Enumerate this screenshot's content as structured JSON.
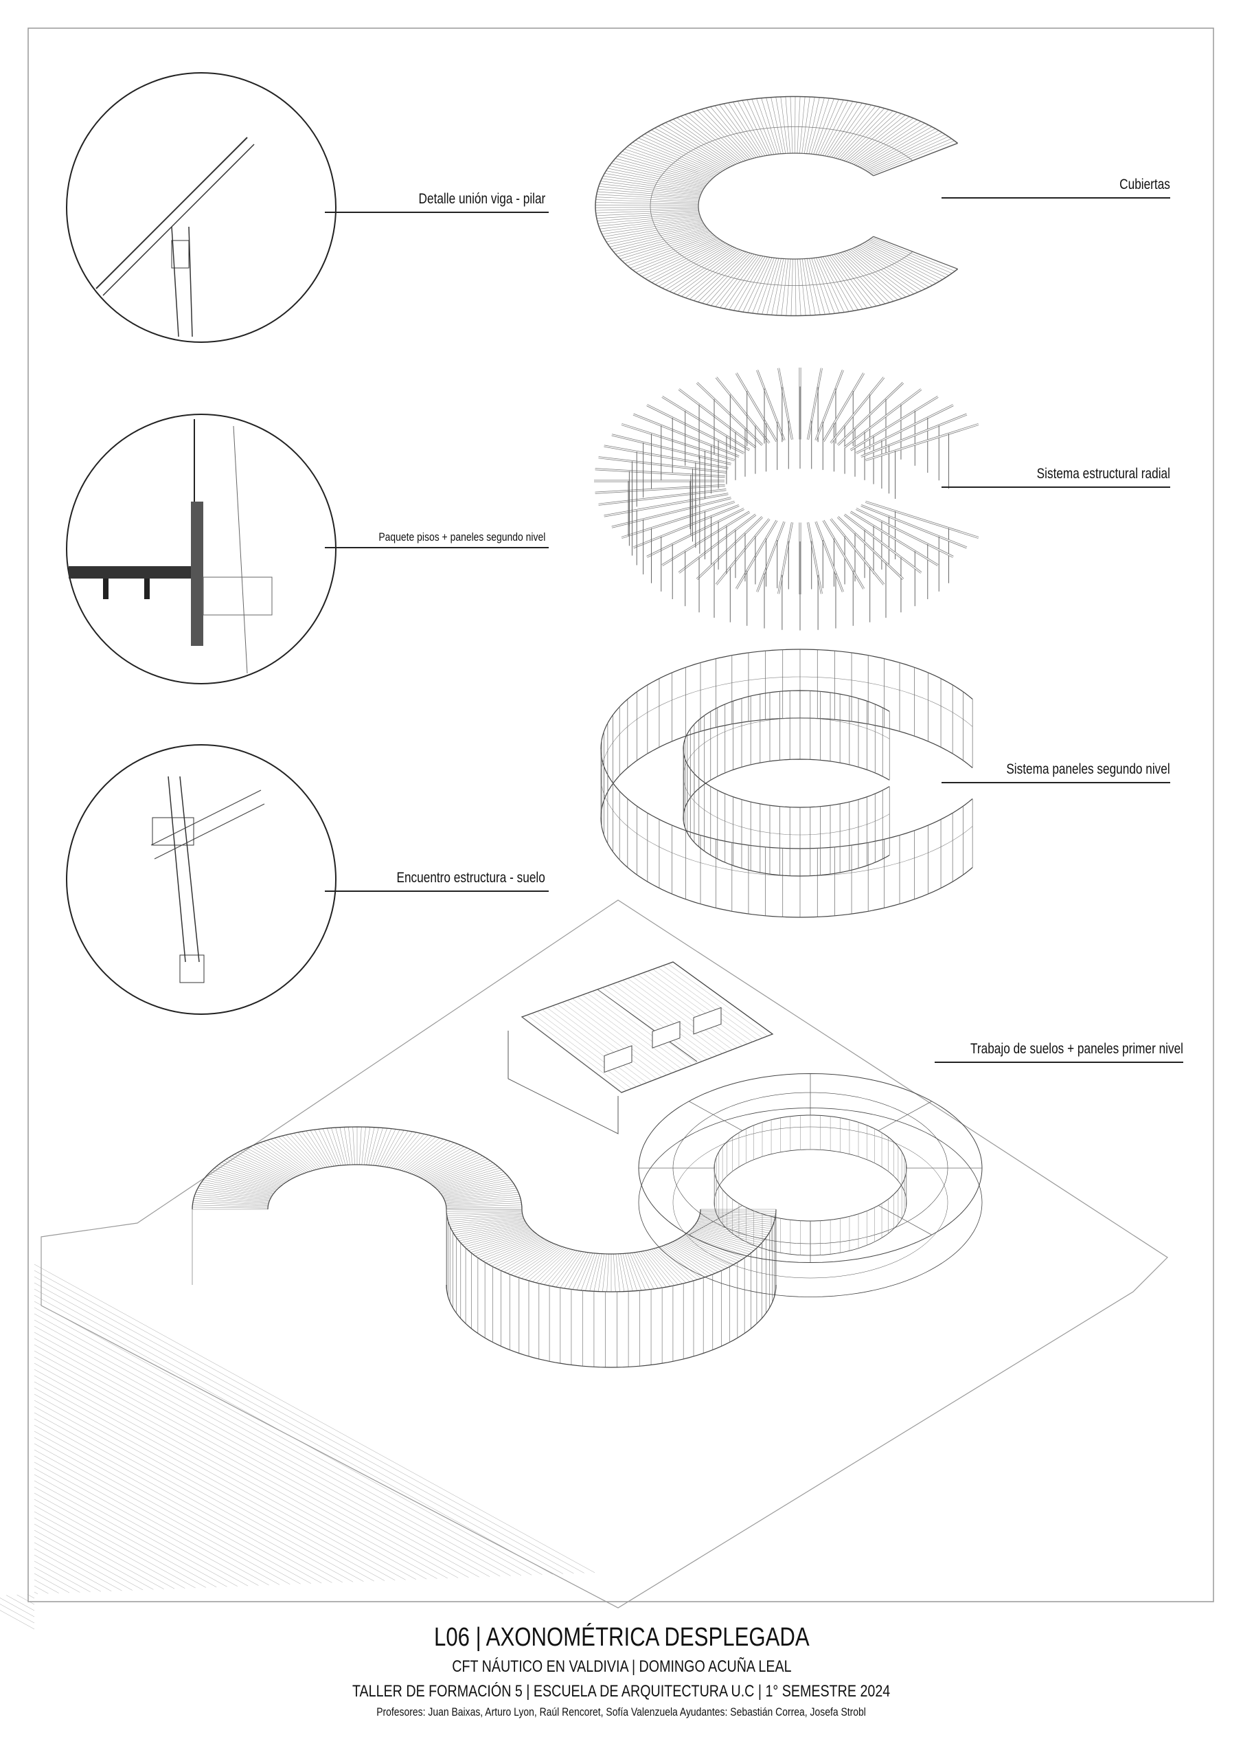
{
  "labels": {
    "detail_beam_column": "Detalle unión viga - pilar",
    "floor_package": "Paquete pisos + paneles segundo nivel",
    "structure_ground": "Encuentro estructura - suelo",
    "roofs": "Cubiertas",
    "radial_structure": "Sistema estructural radial",
    "second_level_panels": "Sistema paneles segundo nivel",
    "floors_first_level": "Trabajo de suelos + paneles primer nivel"
  },
  "footer": {
    "title": "L06 | AXONOMÉTRICA DESPLEGADA",
    "subtitle": "CFT NÁUTICO EN VALDIVIA | DOMINGO ACUÑA LEAL",
    "course": "TALLER DE FORMACIÓN 5 | ESCUELA DE ARQUITECTURA U.C | 1° SEMESTRE 2024",
    "credits": "Profesores: Juan Baixas, Arturo Lyon, Raúl Rencoret, Sofía Valenzuela  Ayudantes: Sebastián Correa, Josefa Strobl"
  }
}
